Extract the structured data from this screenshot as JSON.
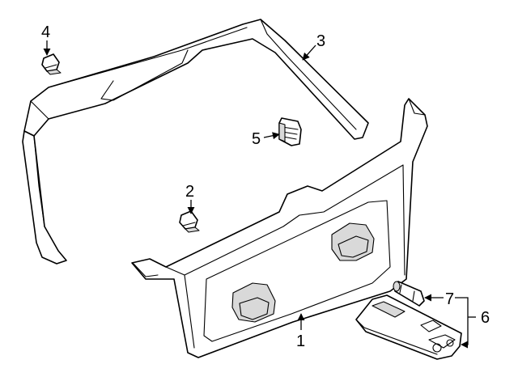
{
  "callouts": [
    {
      "id": "1",
      "text": "1"
    },
    {
      "id": "2",
      "text": "2"
    },
    {
      "id": "3",
      "text": "3"
    },
    {
      "id": "4",
      "text": "4"
    },
    {
      "id": "5",
      "text": "5"
    },
    {
      "id": "6",
      "text": "6"
    },
    {
      "id": "7",
      "text": "7"
    }
  ],
  "colors": {
    "line": "#000000",
    "fill": "#ffffff",
    "shade": "#d9d9d9"
  }
}
